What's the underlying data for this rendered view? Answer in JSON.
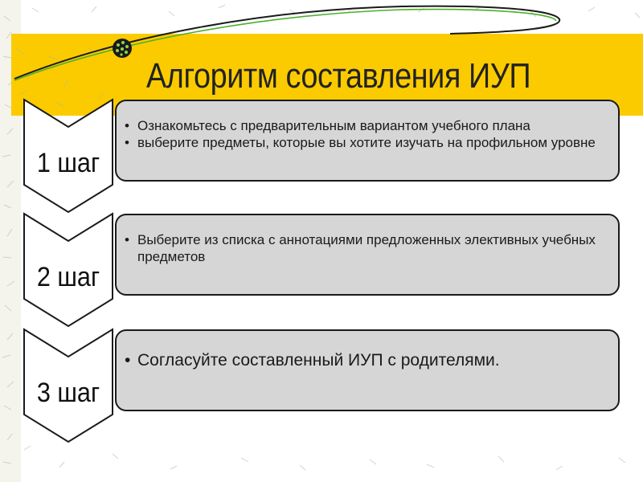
{
  "title": "Алгоритм составления ИУП",
  "steps": [
    {
      "label": "1 шаг",
      "items": [
        "Ознакомьтесь с предварительным вариантом учебного плана",
        "выберите предметы, которые вы хотите изучать на профильном уровне"
      ]
    },
    {
      "label": "2 шаг",
      "items": [
        "Выберите из списка с аннотациями предложенных элективных учебных предметов"
      ]
    },
    {
      "label": "3 шаг",
      "items": [
        "Согласуйте составленный ИУП с родителями."
      ]
    }
  ],
  "colors": {
    "title_band": "#fbcb00",
    "box_fill": "#d6d6d6",
    "border": "#1a1a1a",
    "accent_line": "#4caf2b"
  }
}
